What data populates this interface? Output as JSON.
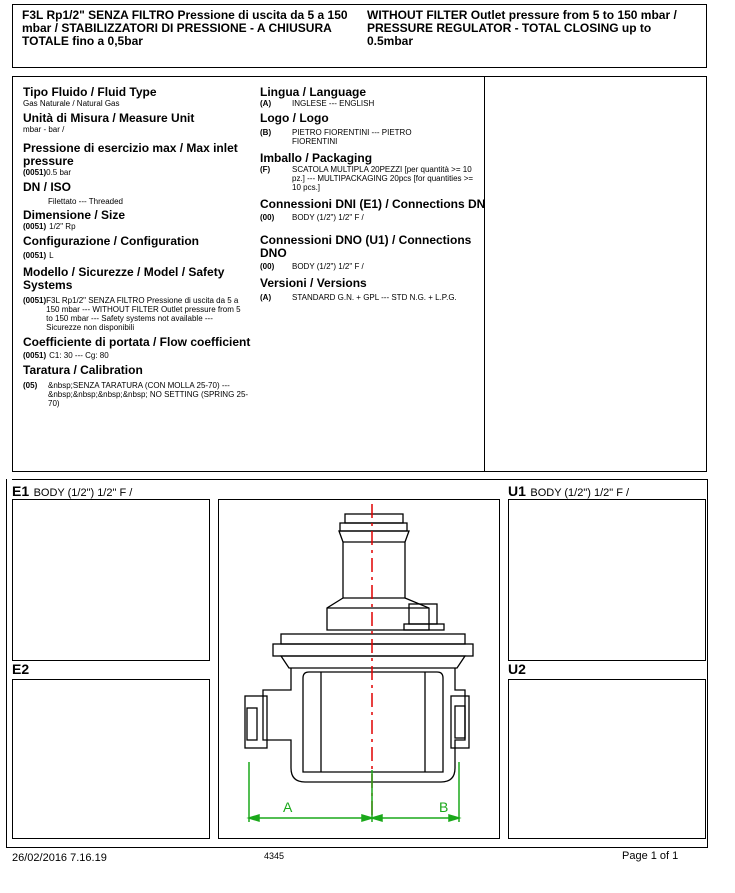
{
  "header": {
    "italian": "F3L  Rp1/2\"  SENZA FILTRO  Pressione di uscita da 5 a 150 mbar / STABILIZZATORI DI PRESSIONE - A CHIUSURA TOTALE fino a 0,5bar",
    "english": "WITHOUT FILTER  Outlet pressure from 5 to 150 mbar / PRESSURE REGULATOR - TOTAL CLOSING up to 0.5mbar"
  },
  "specs_left": {
    "fluid": {
      "title": "Tipo Fluido / Fluid Type",
      "value": "Gas Naturale / Natural Gas"
    },
    "unit": {
      "title": "Unità di Misura / Measure Unit",
      "value": "mbar - bar /"
    },
    "pressure": {
      "title": "Pressione di esercizio max / Max inlet pressure",
      "code": "(0051)",
      "value": "0.5 bar"
    },
    "dn": {
      "title": "DN / ISO",
      "value": "Filettato  ---  Threaded"
    },
    "dimension": {
      "title": "Dimensione / Size",
      "code": "(0051)",
      "value": "1/2\" Rp"
    },
    "config": {
      "title": "Configurazione / Configuration",
      "code": "(0051)",
      "value": "L"
    },
    "model": {
      "title": "Modello / Sicurezze / Model / Safety Systems",
      "code": "(0051)",
      "value": "F3L  Rp1/2\"  SENZA FILTRO  Pressione di uscita da 5 a 150 mbar  --- WITHOUT FILTER  Outlet pressure from 5 to 150 mbar  --- Safety systems not available --- Sicurezze non disponibili"
    },
    "flow": {
      "title": "Coefficiente di portata / Flow coefficient",
      "code": "(0051)",
      "value": "C1: 30 --- Cg: 80"
    },
    "calibration": {
      "title": "Taratura / Calibration",
      "code": "(05)",
      "value": "&nbsp;SENZA TARATURA (CON MOLLA 25-70) --- &nbsp;&nbsp;&nbsp;&nbsp; NO SETTING (SPRING 25-70)"
    }
  },
  "specs_right": {
    "language": {
      "title": "Lingua / Language",
      "code": "(A)",
      "value": "INGLESE  ---  ENGLISH"
    },
    "logo": {
      "title": "Logo / Logo",
      "code": "(B)",
      "value": "PIETRO FIORENTINI  ---  PIETRO FIORENTINI"
    },
    "packaging": {
      "title": "Imballo / Packaging",
      "code": "(F)",
      "value": "SCATOLA MULTIPLA 20PEZZI [per quantità >= 10 pz.]  ---  MULTIPACKAGING 20pcs [for quantities >= 10 pcs.]"
    },
    "dni": {
      "title": "Connessioni DNI (E1) / Connections DNI",
      "code": "(00)",
      "value": "BODY (1/2\") 1/2\" F /"
    },
    "dno": {
      "title": "Connessioni DNO (U1) / Connections DNO",
      "code": "(00)",
      "value": "BODY (1/2\") 1/2\" F /"
    },
    "version": {
      "title": "Versioni / Versions",
      "code": "(A)",
      "value": "STANDARD G.N. + GPL  ---  STD N.G. + L.P.G."
    }
  },
  "connections": {
    "e1_label": "E1",
    "e1_caption": "BODY (1/2\") 1/2\" F /",
    "u1_label": "U1",
    "u1_caption": "BODY (1/2\") 1/2\" F /",
    "e2_label": "E2",
    "u2_label": "U2"
  },
  "drawing": {
    "dim_a": "A",
    "dim_b": "B",
    "accent_red": "#e00000",
    "accent_green": "#1aa81a"
  },
  "footer": {
    "datetime": "26/02/2016 7.16.19",
    "code": "4345",
    "page": "Page 1 of 1"
  }
}
